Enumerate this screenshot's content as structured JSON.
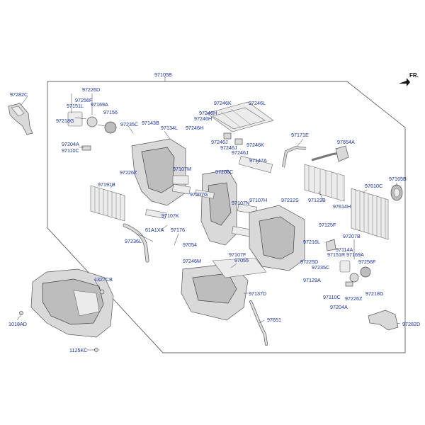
{
  "direction_label": "FR.",
  "labels": [
    {
      "id": "97105B",
      "text": "97105B"
    },
    {
      "id": "97282C",
      "text": "97282C"
    },
    {
      "id": "97226D",
      "text": "97226D"
    },
    {
      "id": "97256F_a",
      "text": "97256F"
    },
    {
      "id": "97151L",
      "text": "97151L"
    },
    {
      "id": "97169A_a",
      "text": "97169A"
    },
    {
      "id": "97156",
      "text": "97156"
    },
    {
      "id": "97218G_a",
      "text": "97218G"
    },
    {
      "id": "97235C_a",
      "text": "97235C"
    },
    {
      "id": "97143B",
      "text": "97143B"
    },
    {
      "id": "97134L",
      "text": "97134L"
    },
    {
      "id": "97204A_a",
      "text": "97204A"
    },
    {
      "id": "97110C_a",
      "text": "97110C"
    },
    {
      "id": "97246K_a",
      "text": "97246K"
    },
    {
      "id": "97246L",
      "text": "97246L"
    },
    {
      "id": "97246H_a",
      "text": "97246H"
    },
    {
      "id": "97246H_b",
      "text": "97246H"
    },
    {
      "id": "97246H_c",
      "text": "97246H"
    },
    {
      "id": "97246J_a",
      "text": "97246J"
    },
    {
      "id": "97246J_b",
      "text": "97246J"
    },
    {
      "id": "97246K_b",
      "text": "97246K"
    },
    {
      "id": "97246J_c",
      "text": "97246J"
    },
    {
      "id": "97171E",
      "text": "97171E"
    },
    {
      "id": "97654A",
      "text": "97654A"
    },
    {
      "id": "97147A",
      "text": "97147A"
    },
    {
      "id": "97226Z_a",
      "text": "97226Z"
    },
    {
      "id": "97107M",
      "text": "97107M"
    },
    {
      "id": "97206C",
      "text": "97206C"
    },
    {
      "id": "97191B",
      "text": "97191B"
    },
    {
      "id": "97107G",
      "text": "97107G"
    },
    {
      "id": "97107N",
      "text": "97107N"
    },
    {
      "id": "97107H",
      "text": "97107H"
    },
    {
      "id": "97212S",
      "text": "97212S"
    },
    {
      "id": "97123B",
      "text": "97123B"
    },
    {
      "id": "97610C",
      "text": "97610C"
    },
    {
      "id": "97165B",
      "text": "97165B"
    },
    {
      "id": "97614H",
      "text": "97614H"
    },
    {
      "id": "97107K",
      "text": "97107K"
    },
    {
      "id": "61A1XA",
      "text": "61A1XA"
    },
    {
      "id": "97176",
      "text": "97176"
    },
    {
      "id": "97125F",
      "text": "97125F"
    },
    {
      "id": "97207B",
      "text": "97207B"
    },
    {
      "id": "97236L",
      "text": "97236L"
    },
    {
      "id": "97054",
      "text": "97054"
    },
    {
      "id": "97216L",
      "text": "97216L"
    },
    {
      "id": "97114A",
      "text": "97114A"
    },
    {
      "id": "97151R",
      "text": "97151R"
    },
    {
      "id": "97169A_b",
      "text": "97169A"
    },
    {
      "id": "97107F",
      "text": "97107F"
    },
    {
      "id": "97225D",
      "text": "97225D"
    },
    {
      "id": "97256F_b",
      "text": "97256F"
    },
    {
      "id": "97246M",
      "text": "97246M"
    },
    {
      "id": "97055",
      "text": "97055"
    },
    {
      "id": "97235C_b",
      "text": "97235C"
    },
    {
      "id": "1327CB",
      "text": "1327CB"
    },
    {
      "id": "97129A",
      "text": "97129A"
    },
    {
      "id": "97137D",
      "text": "97137D"
    },
    {
      "id": "97218G_b",
      "text": "97218G"
    },
    {
      "id": "97226Z_b",
      "text": "97226Z"
    },
    {
      "id": "97110C_b",
      "text": "97110C"
    },
    {
      "id": "97204A_b",
      "text": "97204A"
    },
    {
      "id": "1018AD",
      "text": "1018AD"
    },
    {
      "id": "97651",
      "text": "97651"
    },
    {
      "id": "97282D",
      "text": "97282D"
    },
    {
      "id": "1125KC",
      "text": "1125KC"
    }
  ]
}
